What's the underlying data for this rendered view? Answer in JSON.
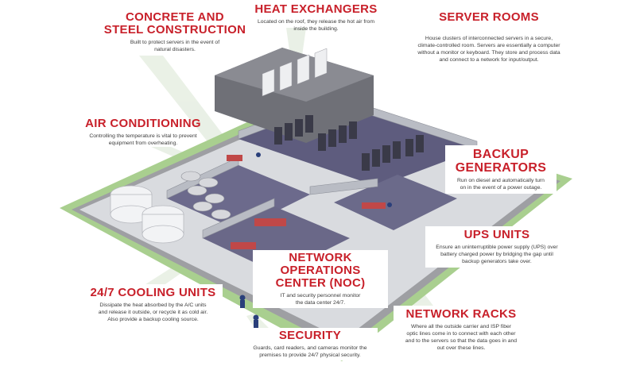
{
  "callouts": {
    "concrete": {
      "title_lines": [
        "CONCRETE AND",
        "STEEL CONSTRUCTION"
      ],
      "desc_lines": [
        "Built to protect servers in the event of",
        "natural disasters."
      ]
    },
    "heat": {
      "title_lines": [
        "HEAT EXCHANGERS"
      ],
      "desc_lines": [
        "Located on the roof, they release the hot air from",
        "inside the building."
      ]
    },
    "server": {
      "title_lines": [
        "SERVER ROOMS"
      ],
      "desc_lines": [
        "House clusters of interconnected servers in a secure,",
        "climate-controlled room. Servers are essentially a computer",
        "without a monitor or keyboard. They store and process data",
        "and connect to a network for input/output."
      ]
    },
    "air": {
      "title_lines": [
        "AIR CONDITIONING"
      ],
      "desc_lines": [
        "Controlling the temperature is vital to prevent",
        "equipment from overheating."
      ]
    },
    "backup": {
      "title_lines": [
        "BACKUP",
        "GENERATORS"
      ],
      "desc_lines": [
        "Run on diesel and automatically turn",
        "on in the event of a power outage."
      ]
    },
    "ups": {
      "title_lines": [
        "UPS UNITS"
      ],
      "desc_lines": [
        "Ensure an uninterruptible power supply (UPS) over",
        "battery charged power by bridging the gap until",
        "backup generators take over."
      ]
    },
    "noc": {
      "title_lines": [
        "NETWORK OPERATIONS",
        "CENTER (NOC)"
      ],
      "desc_lines": [
        "IT and security personnel monitor",
        "the data center 24/7."
      ]
    },
    "cooling": {
      "title_lines": [
        "24/7 COOLING UNITS"
      ],
      "desc_lines": [
        "Dissipate the heat absorbed by the A/C units",
        "and release it outside, or recycle it as cold air.",
        "Also provide a backup cooling source."
      ]
    },
    "racks": {
      "title_lines": [
        "NETWORK RACKS"
      ],
      "desc_lines": [
        "Where all the outside carrier and ISP fiber",
        "optic lines come in to connect with each other",
        "and to the servers so that the data goes in and",
        "out over these lines."
      ]
    },
    "security": {
      "title_lines": [
        "SECURITY"
      ],
      "desc_lines": [
        "Guards, card readers, and cameras monitor the",
        "premises to provide 24/7 physical security."
      ]
    }
  }
}
